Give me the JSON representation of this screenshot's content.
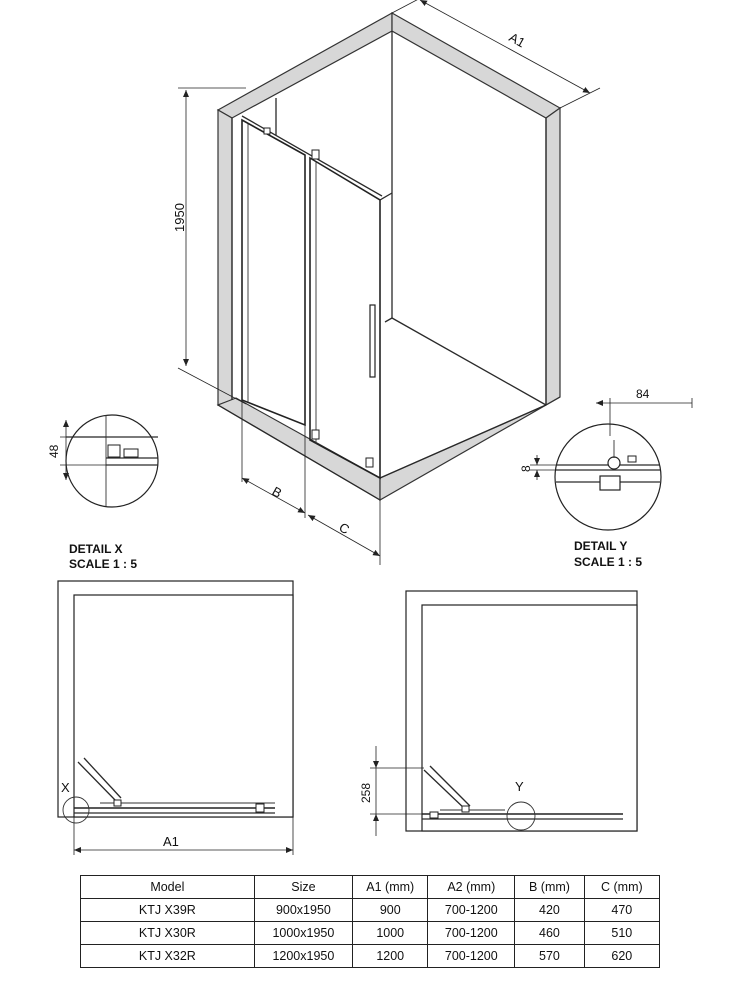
{
  "iso_view": {
    "dimensions": {
      "a1": "A1",
      "height": "1950",
      "b": "B",
      "c": "C"
    }
  },
  "detail_x": {
    "title": "DETAIL X",
    "scale": "SCALE 1 : 5",
    "dimension": "48"
  },
  "detail_y": {
    "title": "DETAIL Y",
    "scale": "SCALE 1 : 5",
    "dim_top": "84",
    "dim_side": "8"
  },
  "plan_left": {
    "marker": "X",
    "dimension": "A1"
  },
  "plan_right": {
    "marker": "Y",
    "dimension": "258"
  },
  "spec_table": {
    "headers": [
      "Model",
      "Size",
      "A1 (mm)",
      "A2 (mm)",
      "B (mm)",
      "C (mm)"
    ],
    "rows": [
      [
        "KTJ X39R",
        "900x1950",
        "900",
        "700-1200",
        "420",
        "470"
      ],
      [
        "KTJ X30R",
        "1000x1950",
        "1000",
        "700-1200",
        "460",
        "510"
      ],
      [
        "KTJ X32R",
        "1200x1950",
        "1200",
        "700-1200",
        "570",
        "620"
      ]
    ]
  }
}
